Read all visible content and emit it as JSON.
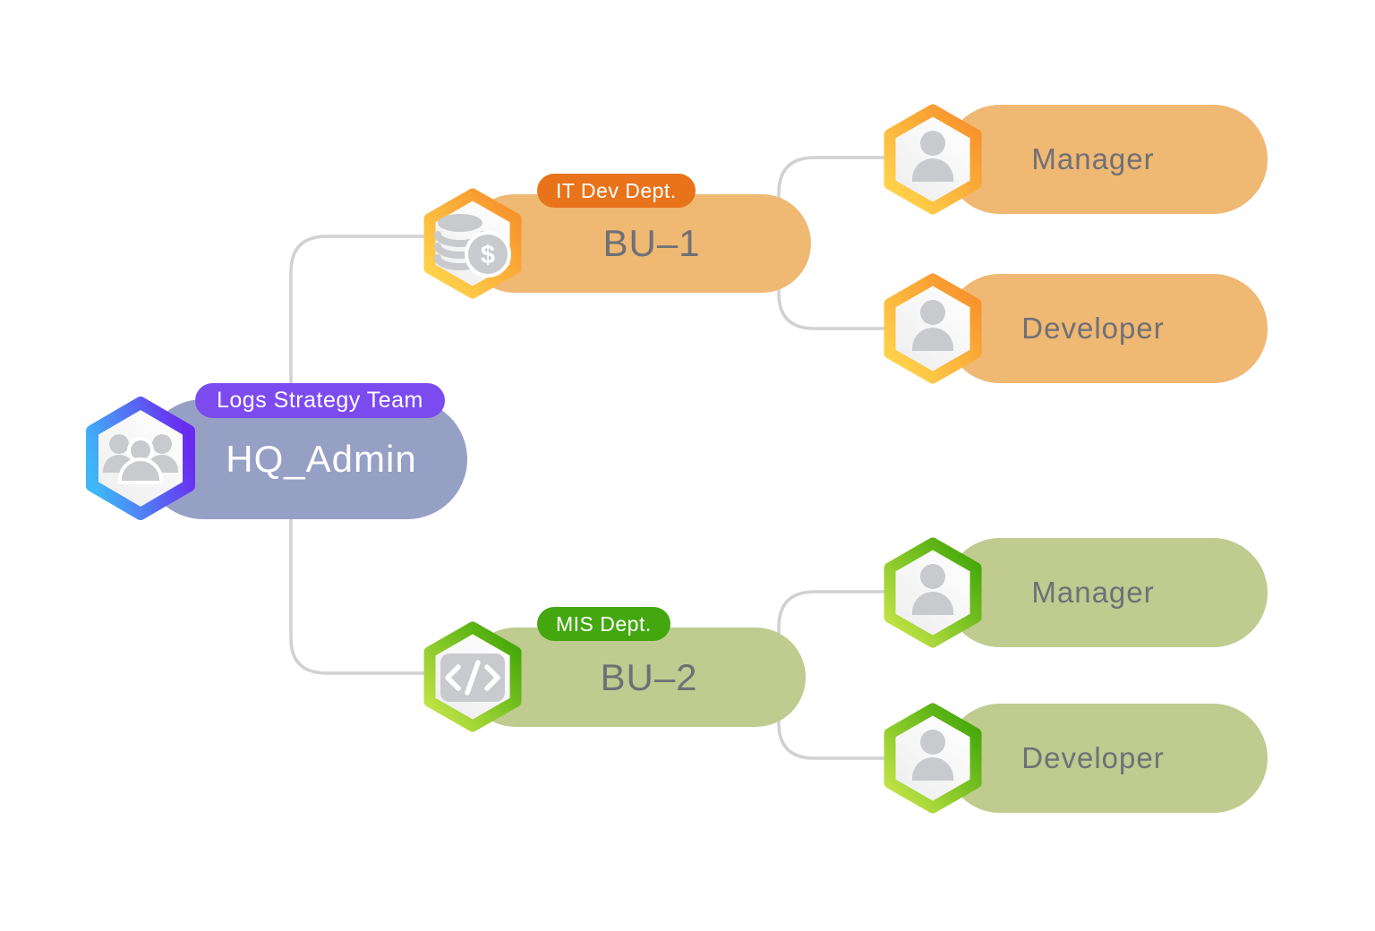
{
  "nodes": {
    "root": {
      "label": "HQ_Admin",
      "badge": "Logs Strategy Team"
    },
    "bu1": {
      "label": "BU–1",
      "badge": "IT Dev Dept."
    },
    "bu1_manager": {
      "label": "Manager"
    },
    "bu1_developer": {
      "label": "Developer"
    },
    "bu2": {
      "label": "BU–2",
      "badge": "MIS Dept."
    },
    "bu2_manager": {
      "label": "Manager"
    },
    "bu2_developer": {
      "label": "Developer"
    }
  },
  "icons": {
    "root": "people-group-icon",
    "bu1": "coins-dollar-icon",
    "bu2": "code-brackets-icon",
    "roles": "person-icon",
    "dollar_glyph": "$"
  },
  "colors": {
    "root_pill": "#96A0C5",
    "root_badge": "#7C4BF0",
    "orange_pill": "#EFB873",
    "orange_badge": "#E8731A",
    "green_pill": "#BFCB8F",
    "green_badge": "#44A710",
    "connector": "#D1D1D4",
    "label_gray": "#6F7077",
    "icon_gray": "#C9CACE",
    "hex_blue_from": "#3EB7F8",
    "hex_blue_to": "#6A2AF0",
    "hex_orange_from": "#FFDA4F",
    "hex_orange_to": "#F8932C",
    "hex_green_from": "#CDE94C",
    "hex_green_to": "#47A90A"
  }
}
